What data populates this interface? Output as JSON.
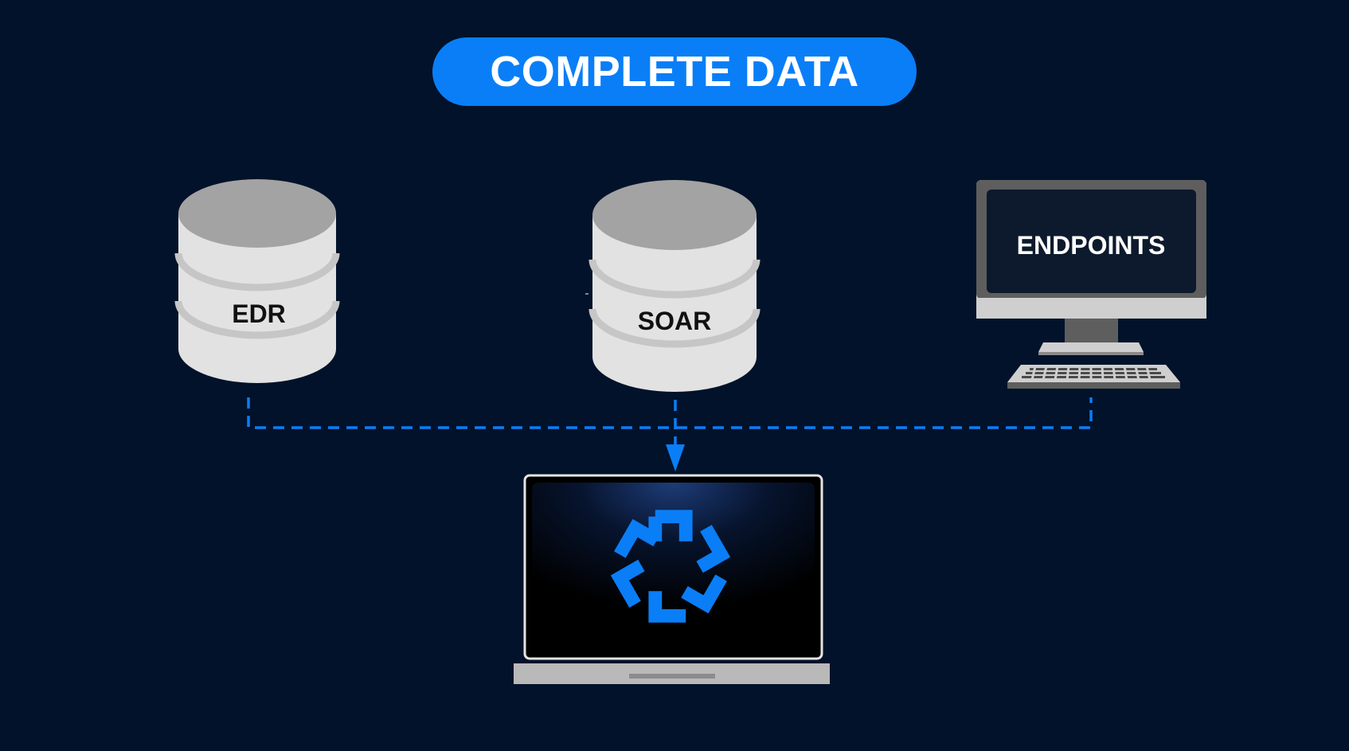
{
  "title": "COMPLETE DATA",
  "sources": {
    "edr": {
      "label": "EDR",
      "icon": "database-icon"
    },
    "soar": {
      "label": "SOAR",
      "icon": "database-icon"
    },
    "endpoints": {
      "label": "ENDPOINTS",
      "icon": "desktop-monitor-icon"
    }
  },
  "destination": {
    "icon": "laptop-icon",
    "logo": "hexagon-star-logo"
  },
  "colors": {
    "background": "#01122a",
    "accent": "#0a7ef7",
    "cylinder_body": "#e2e2e2",
    "cylinder_top": "#a3a3a3",
    "connector": "#0a7ef7"
  }
}
